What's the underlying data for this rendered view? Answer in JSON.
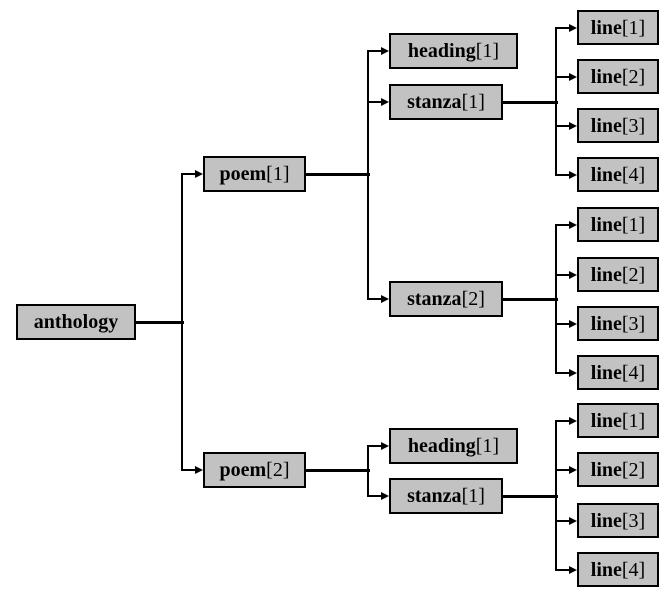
{
  "diagram": {
    "type": "tree",
    "colors": {
      "node_fill": "#c2c2c2",
      "node_border": "#000000",
      "edge": "#000000",
      "background": "#ffffff"
    },
    "root": {
      "name": "anthology",
      "bracket": "",
      "children": [
        {
          "name": "poem",
          "bracket": "[1]",
          "children": [
            {
              "name": "heading",
              "bracket": "[1]",
              "children": []
            },
            {
              "name": "stanza",
              "bracket": "[1]",
              "children": [
                {
                  "name": "line",
                  "bracket": "[1]"
                },
                {
                  "name": "line",
                  "bracket": "[2]"
                },
                {
                  "name": "line",
                  "bracket": "[3]"
                },
                {
                  "name": "line",
                  "bracket": "[4]"
                }
              ]
            },
            {
              "name": "stanza",
              "bracket": "[2]",
              "children": [
                {
                  "name": "line",
                  "bracket": "[1]"
                },
                {
                  "name": "line",
                  "bracket": "[2]"
                },
                {
                  "name": "line",
                  "bracket": "[3]"
                },
                {
                  "name": "line",
                  "bracket": "[4]"
                }
              ]
            }
          ]
        },
        {
          "name": "poem",
          "bracket": "[2]",
          "children": [
            {
              "name": "heading",
              "bracket": "[1]",
              "children": []
            },
            {
              "name": "stanza",
              "bracket": "[1]",
              "children": [
                {
                  "name": "line",
                  "bracket": "[1]"
                },
                {
                  "name": "line",
                  "bracket": "[2]"
                },
                {
                  "name": "line",
                  "bracket": "[3]"
                },
                {
                  "name": "line",
                  "bracket": "[4]"
                }
              ]
            }
          ]
        }
      ]
    }
  }
}
